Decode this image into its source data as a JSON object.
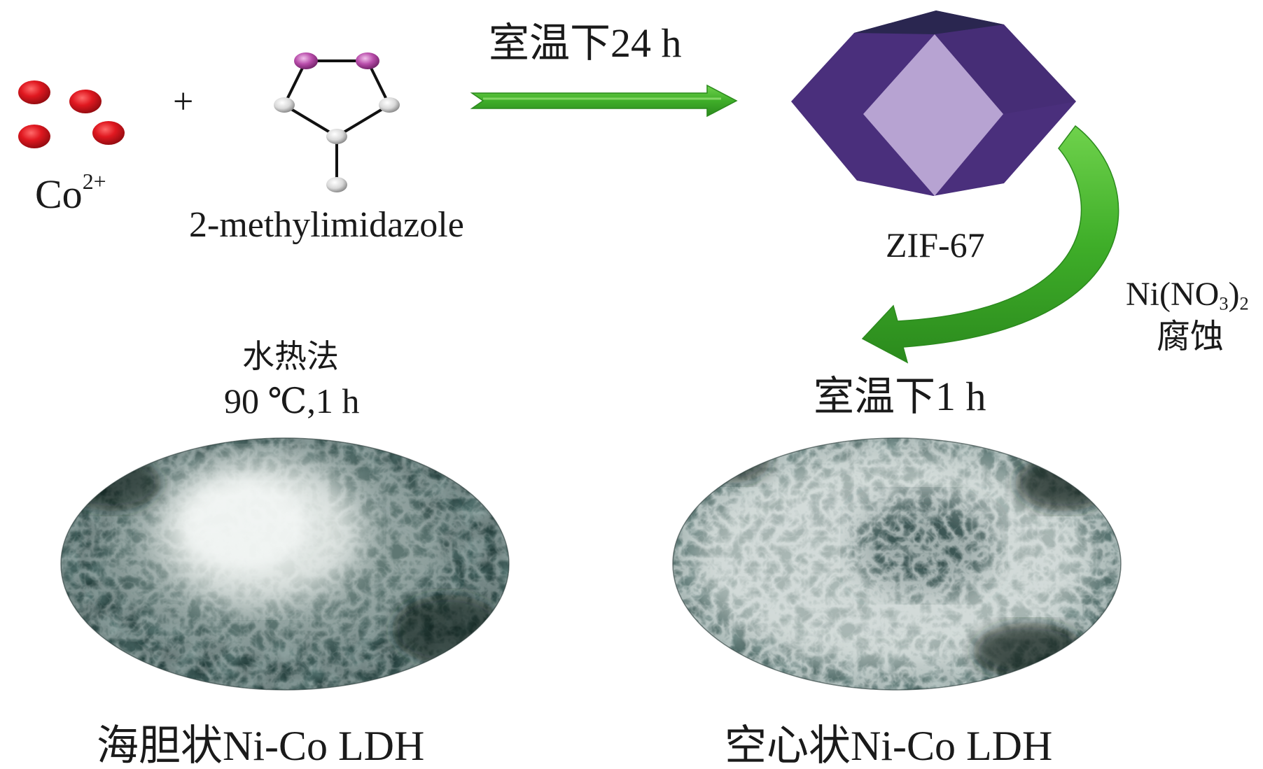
{
  "reagents": {
    "cobalt_label": "Co",
    "cobalt_charge": "2+",
    "plus": "+",
    "ligand_label": "2-methylimidazole"
  },
  "step1": {
    "condition": "室温下24 h",
    "product": "ZIF-67"
  },
  "step2": {
    "reagent_main": "Ni(NO",
    "reagent_sub3": "3",
    "reagent_close": ")",
    "reagent_sub2": "2",
    "process": "腐蚀",
    "condition": "室温下1 h"
  },
  "hydrothermal": {
    "method": "水热法",
    "condition": "90 ℃,1 h"
  },
  "products": {
    "urchin": "海胆状Ni-Co LDH",
    "hollow": "空心状Ni-Co LDH"
  },
  "colors": {
    "cobalt_ion": "#d8141e",
    "arrow_green": "#4cb82e",
    "zif_purple": "#4a2f7c",
    "zif_top": "#2a2650",
    "zif_face": "#b7a3d2",
    "n_atom": "#b64aa8",
    "sem_dark": "#1c3533",
    "sem_light": "#e6eae8"
  }
}
